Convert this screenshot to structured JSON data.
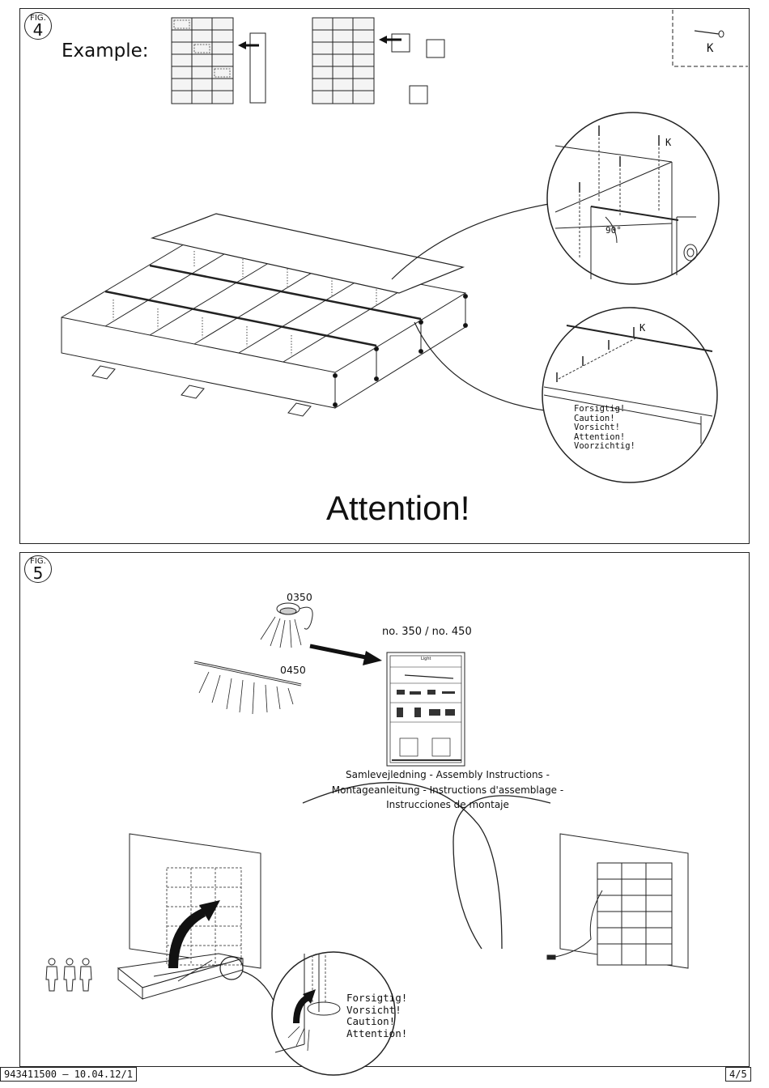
{
  "fig4": {
    "fig_label": "FIG.",
    "fig_number": "4",
    "example_label": "Example:",
    "part_label": "K",
    "detail_top_part": "K",
    "detail_angle": "90°",
    "detail_bottom_part": "K",
    "warnings": [
      "Forsigtig!",
      "Caution!",
      "Vorsicht!",
      "Attention!",
      "Voorzichtig!"
    ],
    "attention_title": "Attention!"
  },
  "fig5": {
    "fig_label": "FIG.",
    "fig_number": "5",
    "light_a_code": "0350",
    "light_b_code": "0450",
    "manual_ref": "no. 350 / no. 450",
    "manual_cover_title": "Light",
    "instructions_lines": [
      "Samlevejledning - Assembly Instructions -",
      "Montageanleitung - Instructions d'assemblage -",
      "Instrucciones de montaje"
    ],
    "warnings": [
      "Forsigtig!",
      "Vorsicht!",
      "Caution!",
      "Attention!"
    ]
  },
  "footer": {
    "doc_code": "943411500 — 10.04.12/1",
    "page": "4/5"
  }
}
